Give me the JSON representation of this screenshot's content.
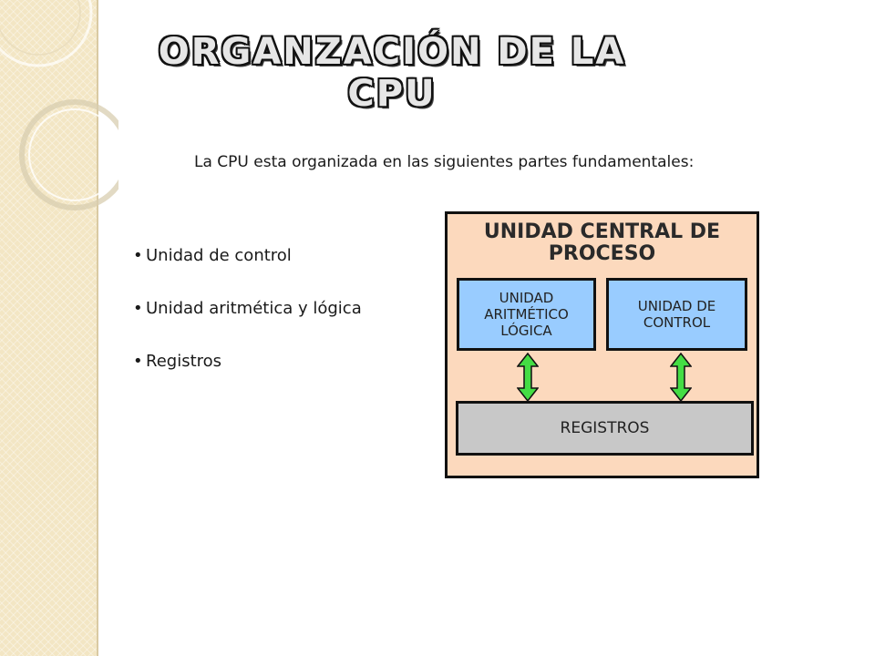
{
  "title": "ORGANZACIÓN DE LA CPU",
  "subtitle": "La CPU esta organizada en las siguientes partes fundamentales:",
  "bullets": [
    "Unidad de control",
    "Unidad aritmética y lógica",
    "Registros"
  ],
  "diagram": {
    "heading": "UNIDAD CENTRAL DE\nPROCESO",
    "alu_label": "UNIDAD\nARITMÉTICO\nLÓGICA",
    "cu_label": "UNIDAD DE\nCONTROL",
    "registers_label": "REGISTROS",
    "colors": {
      "frame_fill": "#fcd9bd",
      "unit_fill": "#99ccff",
      "registers_fill": "#c8c8c8",
      "arrow": "#44dd44"
    }
  },
  "icons": {
    "bullet": "•",
    "arrow": "double-vertical-arrow-icon"
  }
}
